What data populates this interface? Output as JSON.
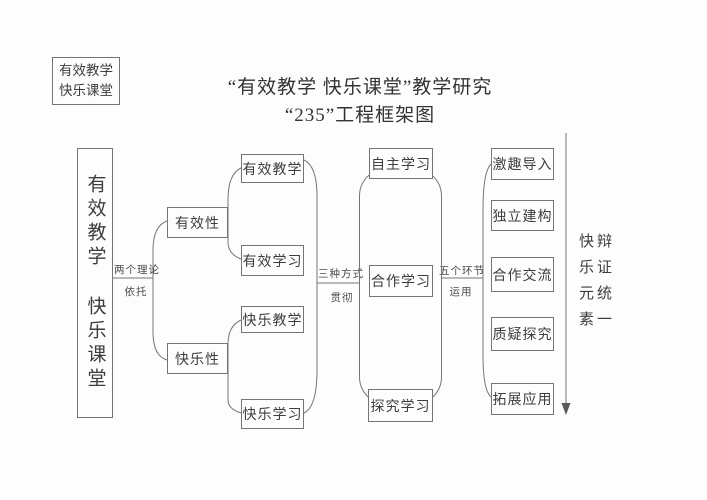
{
  "colors": {
    "background": "#fdfdfd",
    "ink": "#3d3d3d",
    "line": "#757575"
  },
  "legend_box": {
    "line1": "有效教学",
    "line2": "快乐课堂"
  },
  "title": {
    "line1": "“有效教学 快乐课堂”教学研究",
    "line2": "“235”工程框架图"
  },
  "root_box": {
    "text": "有效教学 快乐课堂"
  },
  "stage1": {
    "label_top": "两个理论",
    "label_bottom": "依托",
    "boxes": [
      "有效性",
      "快乐性"
    ]
  },
  "stage2": {
    "boxes": [
      "有效教学",
      "有效学习",
      "快乐教学",
      "快乐学习"
    ]
  },
  "stage3": {
    "label_top": "三种方式",
    "label_bottom": "贯彻",
    "boxes": [
      "自主学习",
      "合作学习",
      "探究学习"
    ]
  },
  "stage4": {
    "label_top": "五个环节",
    "label_bottom": "运用",
    "boxes": [
      "激趣导入",
      "独立建构",
      "合作交流",
      "质疑探究",
      "拓展应用"
    ]
  },
  "side_note": {
    "left_column": "快乐元素",
    "right_column": "辩证统一"
  }
}
